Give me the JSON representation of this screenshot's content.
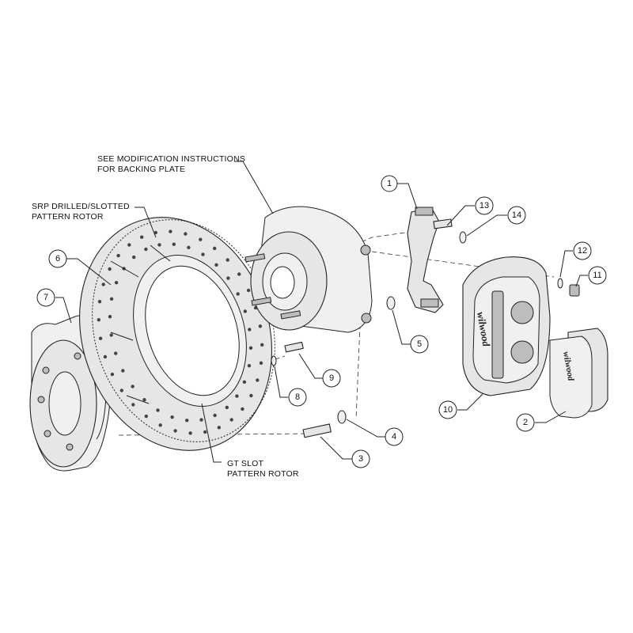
{
  "labels": {
    "backing_plate_line1": "SEE MODIFICATION INSTRUCTIONS",
    "backing_plate_line2": "FOR BACKING PLATE",
    "srp_line1": "SRP DRILLED/SLOTTED",
    "srp_line2": "PATTERN ROTOR",
    "gt_line1": "GT SLOT",
    "gt_line2": "PATTERN ROTOR"
  },
  "logos": {
    "caliper": "wilwood",
    "pad": "wilwood"
  },
  "callouts": [
    "1",
    "2",
    "3",
    "4",
    "5",
    "6",
    "7",
    "8",
    "9",
    "10",
    "11",
    "12",
    "13",
    "14"
  ],
  "colors": {
    "line": "#222222",
    "fill": "#e6e6e6"
  }
}
